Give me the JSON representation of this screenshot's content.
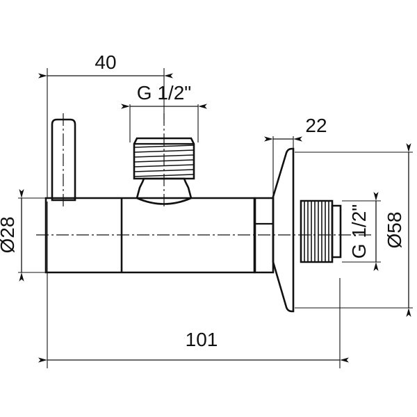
{
  "drawing": {
    "title": "Angle valve technical drawing",
    "type": "engineering-dimensioned-line-drawing",
    "units": "mm",
    "background_color": "#ffffff",
    "line_color": "#111111",
    "text_color": "#111111"
  },
  "dimensions": {
    "handle_to_outlet_center": {
      "label": "40",
      "orientation": "horizontal",
      "position": "top-left"
    },
    "vertical_thread": {
      "label": "G 1/2\"",
      "orientation": "horizontal",
      "position": "top-center"
    },
    "flange_projection": {
      "label": "22",
      "orientation": "horizontal",
      "position": "top-right"
    },
    "body_diameter": {
      "label": "Ø28",
      "orientation": "vertical-rotated",
      "position": "left"
    },
    "inlet_thread": {
      "label": "G 1/2\"",
      "orientation": "vertical-rotated",
      "position": "right-inner"
    },
    "escutcheon_diameter": {
      "label": "Ø58",
      "orientation": "vertical-rotated",
      "position": "right-outer"
    },
    "overall_length": {
      "label": "101",
      "orientation": "horizontal",
      "position": "bottom"
    }
  },
  "parts": {
    "lever_handle": "lever-handle",
    "valve_body": "valve-body",
    "outlet_thread": "outlet-threaded-spout",
    "hex_nut": "hex-nut",
    "escutcheon": "escutcheon-cone",
    "inlet_thread": "inlet-male-thread",
    "centerline": "center-axis"
  }
}
